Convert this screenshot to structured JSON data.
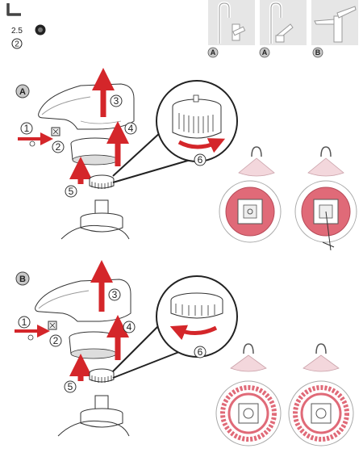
{
  "tool": {
    "size": "2.5",
    "step": "2"
  },
  "faucet_variants": [
    {
      "label": "A"
    },
    {
      "label": "A"
    },
    {
      "label": "B"
    }
  ],
  "sections": [
    {
      "label": "A",
      "steps": [
        "1",
        "2",
        "3",
        "4",
        "5",
        "6"
      ]
    },
    {
      "label": "B",
      "steps": [
        "1",
        "2",
        "3",
        "4",
        "5",
        "6"
      ]
    }
  ],
  "colors": {
    "arrow": "#d4262a",
    "ring": "#e06a78",
    "thumb_bg": "#e6e6e6",
    "badge": "#c9c9c9"
  }
}
